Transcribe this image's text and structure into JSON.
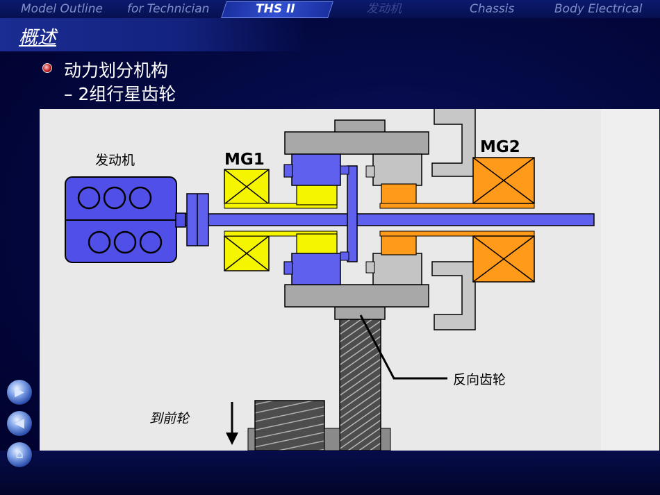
{
  "nav": {
    "tabs": [
      {
        "label": "Model Outline",
        "state": "normal"
      },
      {
        "label": "for Technician",
        "state": "normal"
      },
      {
        "label": "THS II",
        "state": "active"
      },
      {
        "label": "发动机",
        "state": "dim"
      },
      {
        "label": "Chassis",
        "state": "normal"
      },
      {
        "label": "Body Electrical",
        "state": "normal"
      }
    ]
  },
  "page": {
    "title": "概述",
    "bullet_main": "动力划分机构",
    "bullet_sub": "– 2组行星齿轮"
  },
  "diagram": {
    "label_engine": "发动机",
    "label_mg1": "MG1",
    "label_mg2": "MG2",
    "label_counter_gear": "反向齿轮",
    "label_to_front_wheel": "到前轮",
    "colors": {
      "engine_blue": "#5050e8",
      "shaft_blue": "#6060ee",
      "mg1_yellow": "#f5f500",
      "mg2_orange": "#ff9a1a",
      "carrier_gray": "#a8a8a8",
      "background": "#e9e9e9"
    }
  },
  "side_nav": {
    "next": {
      "icon": "next-arrow-icon"
    },
    "prev": {
      "icon": "prev-arrow-icon"
    },
    "home": {
      "icon": "home-icon"
    }
  }
}
